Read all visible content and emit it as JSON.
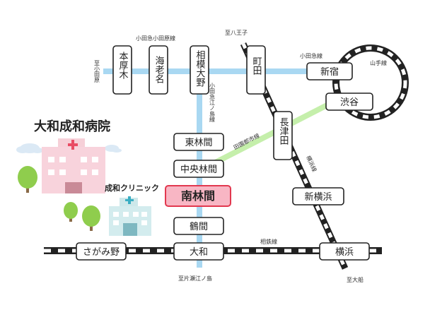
{
  "stations": {
    "hon_atsugi": "本厚木",
    "ebina": "海老名",
    "sagami_ono": "相模大野",
    "machida": "町田",
    "shinjuku": "新宿",
    "shibuya": "渋谷",
    "nagatsuta": "長津田",
    "higashi_rinkan": "東林間",
    "chuo_rinkan": "中央林間",
    "minami_rinkan": "南林間",
    "tsuruma": "鶴間",
    "yamato": "大和",
    "sagamino": "さがみ野",
    "shin_yokohama": "新横浜",
    "yokohama": "横浜"
  },
  "line_labels": {
    "odakyu_odawara": "小田急小田原線",
    "odakyu": "小田急線",
    "yamanote": "山手線",
    "odakyu_enoshima": "小田急江ノ島線",
    "denentoshi": "田園都市線",
    "yokohama_line": "横浜線",
    "sotetsu": "相鉄線"
  },
  "directions": {
    "to_hachioji": "至八王子",
    "to_odawara": "至小田原",
    "to_katase_enoshima": "至片瀬江ノ島",
    "to_ofuna": "至大船"
  },
  "landmarks": {
    "hospital": "大和成和病院",
    "clinic": "成和クリニック"
  },
  "colors": {
    "odakyu": "#a9d8f2",
    "denentoshi": "#c5efab",
    "rail": "#222222",
    "highlight_fill": "#f8b6c4",
    "highlight_border": "#e2384f"
  }
}
